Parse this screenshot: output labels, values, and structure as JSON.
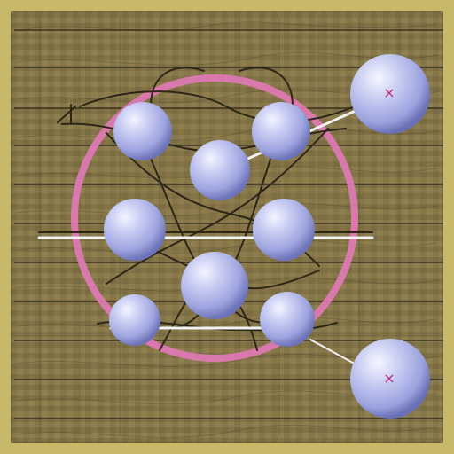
{
  "palette": {
    "frame": "#c8b86a",
    "panel": "#8f8050",
    "ring": "#e279b8",
    "sphere_fill": "#aeb3e6",
    "sphere_shade": "#6d73b8",
    "line_dark": "#2c2616",
    "line_light": "#f2f2f2",
    "marker": "#c02b7b"
  },
  "scene": {
    "ring": {
      "label": "pink ring",
      "stroke": "#e279b8"
    },
    "nodes": [
      {
        "id": "n1",
        "kind": "inner"
      },
      {
        "id": "n2",
        "kind": "inner"
      },
      {
        "id": "n3",
        "kind": "inner"
      },
      {
        "id": "n4",
        "kind": "inner"
      },
      {
        "id": "n5",
        "kind": "inner"
      },
      {
        "id": "n6",
        "kind": "inner"
      },
      {
        "id": "n7",
        "kind": "inner"
      },
      {
        "id": "n8",
        "kind": "inner"
      },
      {
        "id": "o1",
        "kind": "outer",
        "marker": "×"
      },
      {
        "id": "o2",
        "kind": "outer",
        "marker": "×"
      }
    ]
  }
}
